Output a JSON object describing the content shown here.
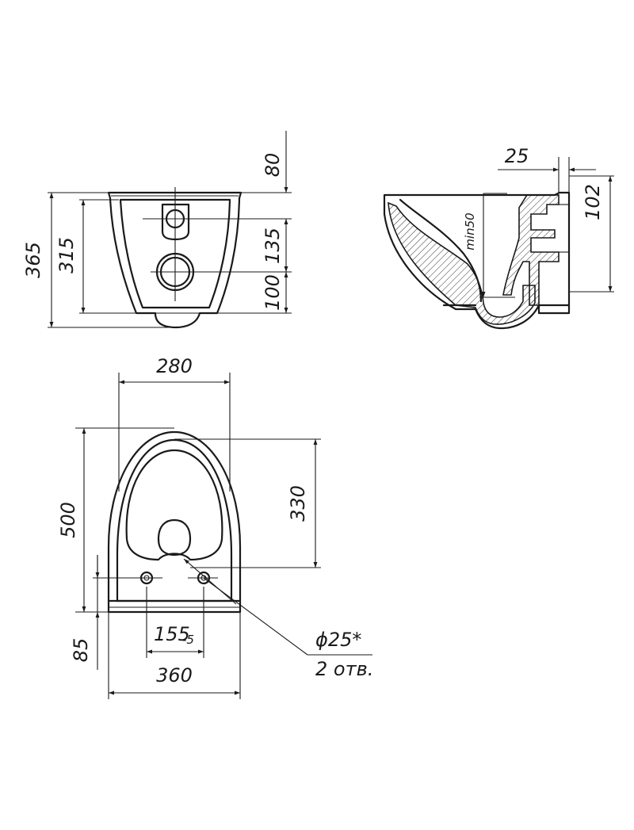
{
  "dimensions": {
    "d80": "80",
    "d365": "365",
    "d315": "315",
    "d135": "135",
    "d100": "100",
    "d25": "25",
    "d102": "102",
    "dmin50": "min50",
    "d280": "280",
    "d500": "500",
    "d330": "330",
    "d85": "85",
    "d155": "155",
    "d155_tol": "-5",
    "d360": "360",
    "hole_dia": "ϕ25*",
    "hole_count": "2 отв."
  },
  "colors": {
    "ink": "#1a1a1a",
    "paper": "#ffffff"
  }
}
